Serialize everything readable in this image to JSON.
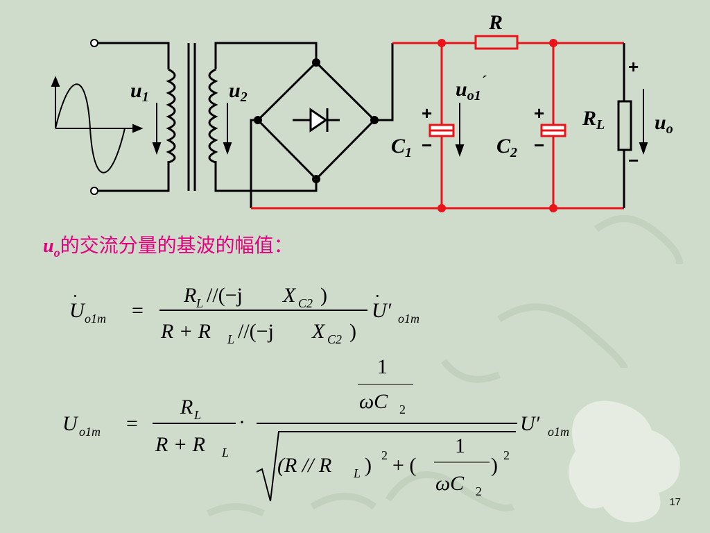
{
  "circuit": {
    "labels": {
      "u1": "u",
      "u1_sub": "1",
      "u2": "u",
      "u2_sub": "2",
      "R": "R",
      "uo1": "u",
      "uo1_sub": "o1",
      "uo1_prime": "´",
      "C1": "C",
      "C1_sub": "1",
      "C2": "C",
      "C2_sub": "2",
      "RL": "R",
      "RL_sub": "L",
      "uo": "u",
      "uo_sub": "o",
      "plus": "+",
      "minus": "−"
    },
    "colors": {
      "wire": "#000000",
      "filter_wire": "#e8141a",
      "junction_black": "#000000",
      "junction_red": "#e8141a"
    }
  },
  "heading": {
    "var": "u",
    "var_sub": "o",
    "text": "的交流分量的基波的幅值："
  },
  "equations": {
    "eq1": {
      "lhs": "U",
      "lhs_sub": "o1m",
      "num": "R",
      "num_sub": "L",
      "num_rest": " //(−j",
      "num_X": "X",
      "num_X_sub": "C2",
      "num_close": ")",
      "den_R": "R + R",
      "den_sub": "L",
      "den_rest": " //(−j",
      "den_X": "X",
      "den_X_sub": "C2",
      "den_close": ")",
      "rhs": "U′",
      "rhs_sub": "o1m"
    },
    "eq2": {
      "lhs": "U",
      "lhs_sub": "o1m",
      "frac_num": "R",
      "frac_num_sub": "L",
      "frac_den": "R + R",
      "frac_den_sub": "L",
      "dot": "·",
      "top_one": "1",
      "top_wc": "ωC",
      "top_wc_sub": "2",
      "root_a": "(R // R",
      "root_a_sub": "L",
      "root_a_close": ")",
      "sq": "2",
      "plus": " + (",
      "inner_one": "1",
      "inner_wc": "ωC",
      "inner_wc_sub": "2",
      "inner_close": ")",
      "rhs": "U′",
      "rhs_sub": "o1m"
    }
  },
  "page_number": "17"
}
